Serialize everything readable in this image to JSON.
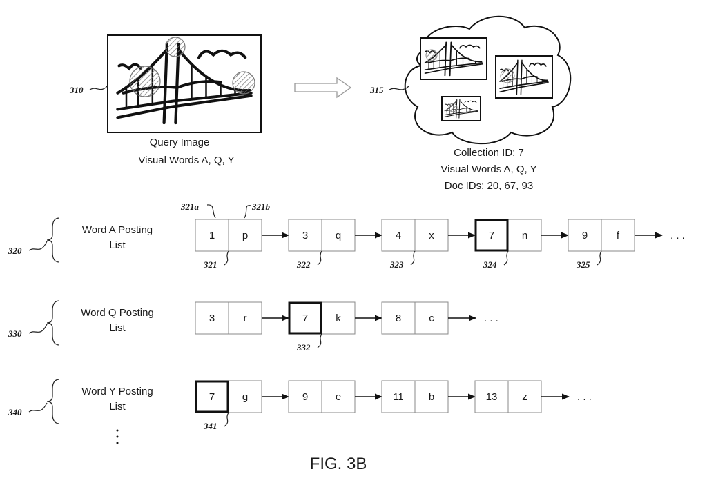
{
  "query": {
    "ref": "310",
    "caption_line1": "Query Image",
    "caption_line2": "Visual Words A, Q, Y"
  },
  "collection": {
    "ref": "315",
    "line1": "Collection ID: 7",
    "line2": "Visual Words A, Q, Y",
    "line3": "Doc IDs: 20, 67, 93"
  },
  "callouts": {
    "a": "321a",
    "b": "321b"
  },
  "lists": [
    {
      "ref": "320",
      "label_line1": "Word A Posting",
      "label_line2": "List",
      "nodes": [
        {
          "id": "1",
          "val": "p",
          "ref": "321",
          "highlight": false
        },
        {
          "id": "3",
          "val": "q",
          "ref": "322",
          "highlight": false
        },
        {
          "id": "4",
          "val": "x",
          "ref": "323",
          "highlight": false
        },
        {
          "id": "7",
          "val": "n",
          "ref": "324",
          "highlight": true
        },
        {
          "id": "9",
          "val": "f",
          "ref": "325",
          "highlight": false
        }
      ],
      "ellipsis": ". . ."
    },
    {
      "ref": "330",
      "label_line1": "Word Q Posting",
      "label_line2": "List",
      "nodes": [
        {
          "id": "3",
          "val": "r",
          "ref": "",
          "highlight": false
        },
        {
          "id": "7",
          "val": "k",
          "ref": "332",
          "highlight": true
        },
        {
          "id": "8",
          "val": "c",
          "ref": "",
          "highlight": false
        }
      ],
      "ellipsis": ". . ."
    },
    {
      "ref": "340",
      "label_line1": "Word Y Posting",
      "label_line2": "List",
      "nodes": [
        {
          "id": "7",
          "val": "g",
          "ref": "341",
          "highlight": true
        },
        {
          "id": "9",
          "val": "e",
          "ref": "",
          "highlight": false
        },
        {
          "id": "11",
          "val": "b",
          "ref": "",
          "highlight": false
        },
        {
          "id": "13",
          "val": "z",
          "ref": "",
          "highlight": false
        }
      ],
      "ellipsis": ". . ."
    }
  ],
  "more_lists": ".\n.\n.",
  "figure_label": "FIG. 3B"
}
